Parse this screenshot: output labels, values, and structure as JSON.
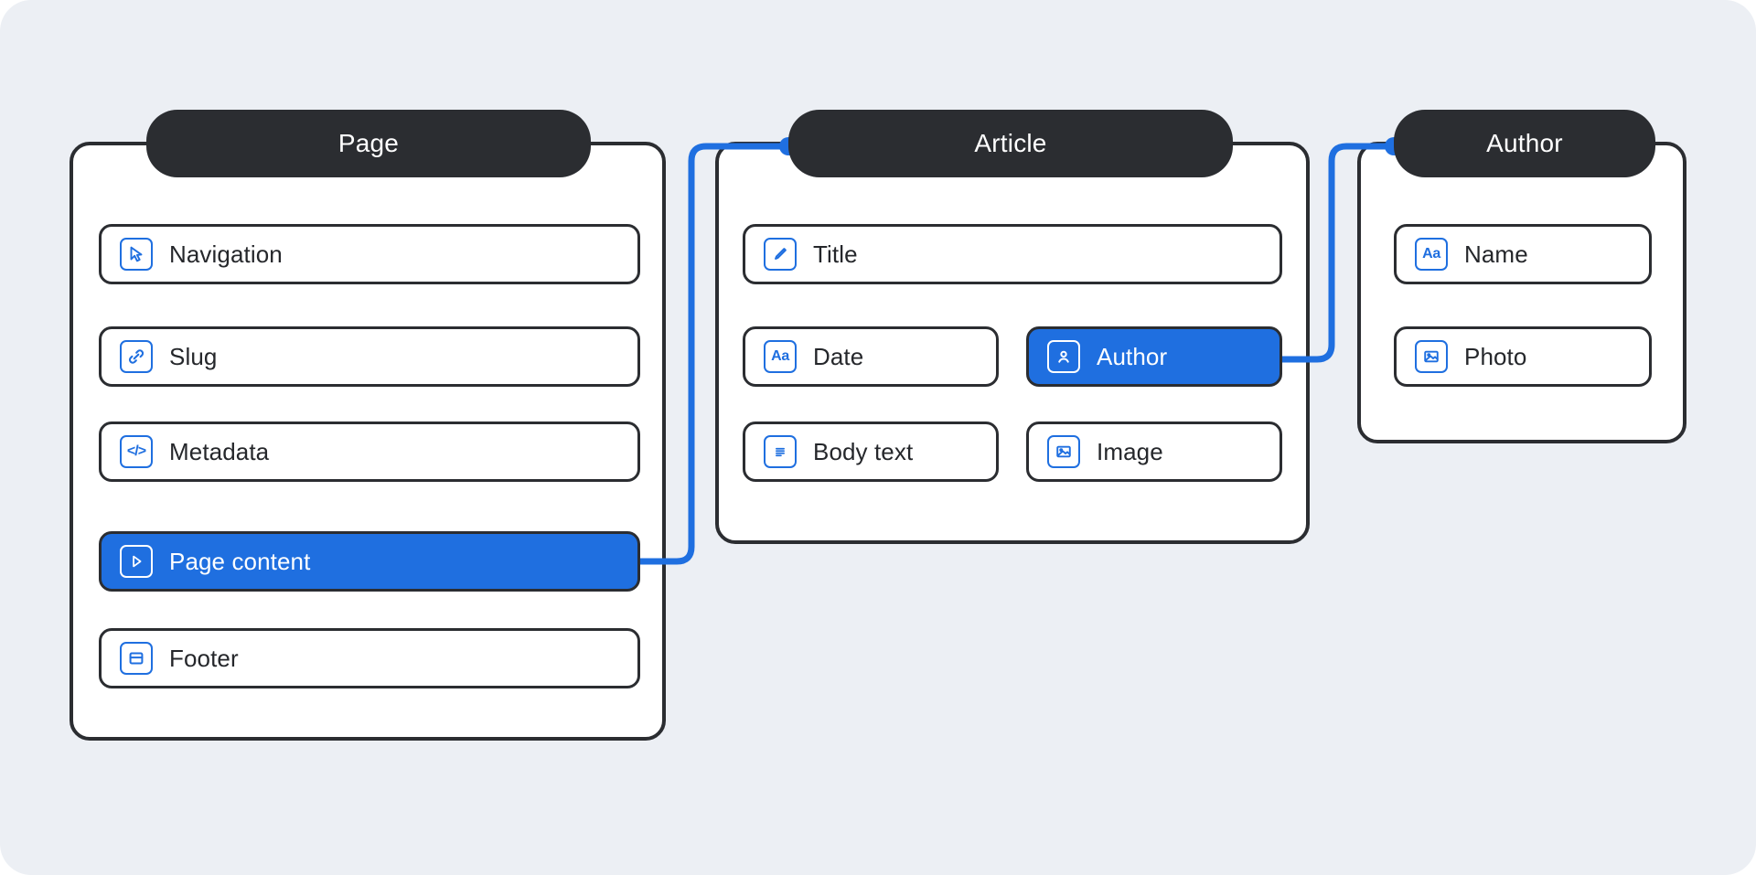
{
  "canvas": {
    "background": "#eceff4",
    "accent": "#1f6fe0",
    "ink": "#2b2d31"
  },
  "cards": [
    {
      "id": "page",
      "title": "Page",
      "fields": [
        {
          "label": "Navigation",
          "icon": "cursor-icon",
          "active": false
        },
        {
          "label": "Slug",
          "icon": "link-icon",
          "active": false
        },
        {
          "label": "Metadata",
          "icon": "code-icon",
          "active": false
        },
        {
          "label": "Page content",
          "icon": "play-icon",
          "active": true
        },
        {
          "label": "Footer",
          "icon": "layout-icon",
          "active": false
        }
      ]
    },
    {
      "id": "article",
      "title": "Article",
      "fields": [
        {
          "label": "Title",
          "icon": "pencil-icon",
          "active": false
        },
        {
          "label": "Date",
          "icon": "text-icon",
          "active": false
        },
        {
          "label": "Author",
          "icon": "user-icon",
          "active": true
        },
        {
          "label": "Body text",
          "icon": "document-icon",
          "active": false
        },
        {
          "label": "Image",
          "icon": "image-icon",
          "active": false
        }
      ]
    },
    {
      "id": "author",
      "title": "Author",
      "fields": [
        {
          "label": "Name",
          "icon": "text-icon",
          "active": false
        },
        {
          "label": "Photo",
          "icon": "image-icon",
          "active": false
        }
      ]
    }
  ],
  "connections": [
    {
      "from": "Page content",
      "to": "Article"
    },
    {
      "from": "Author",
      "to": "Author"
    }
  ]
}
